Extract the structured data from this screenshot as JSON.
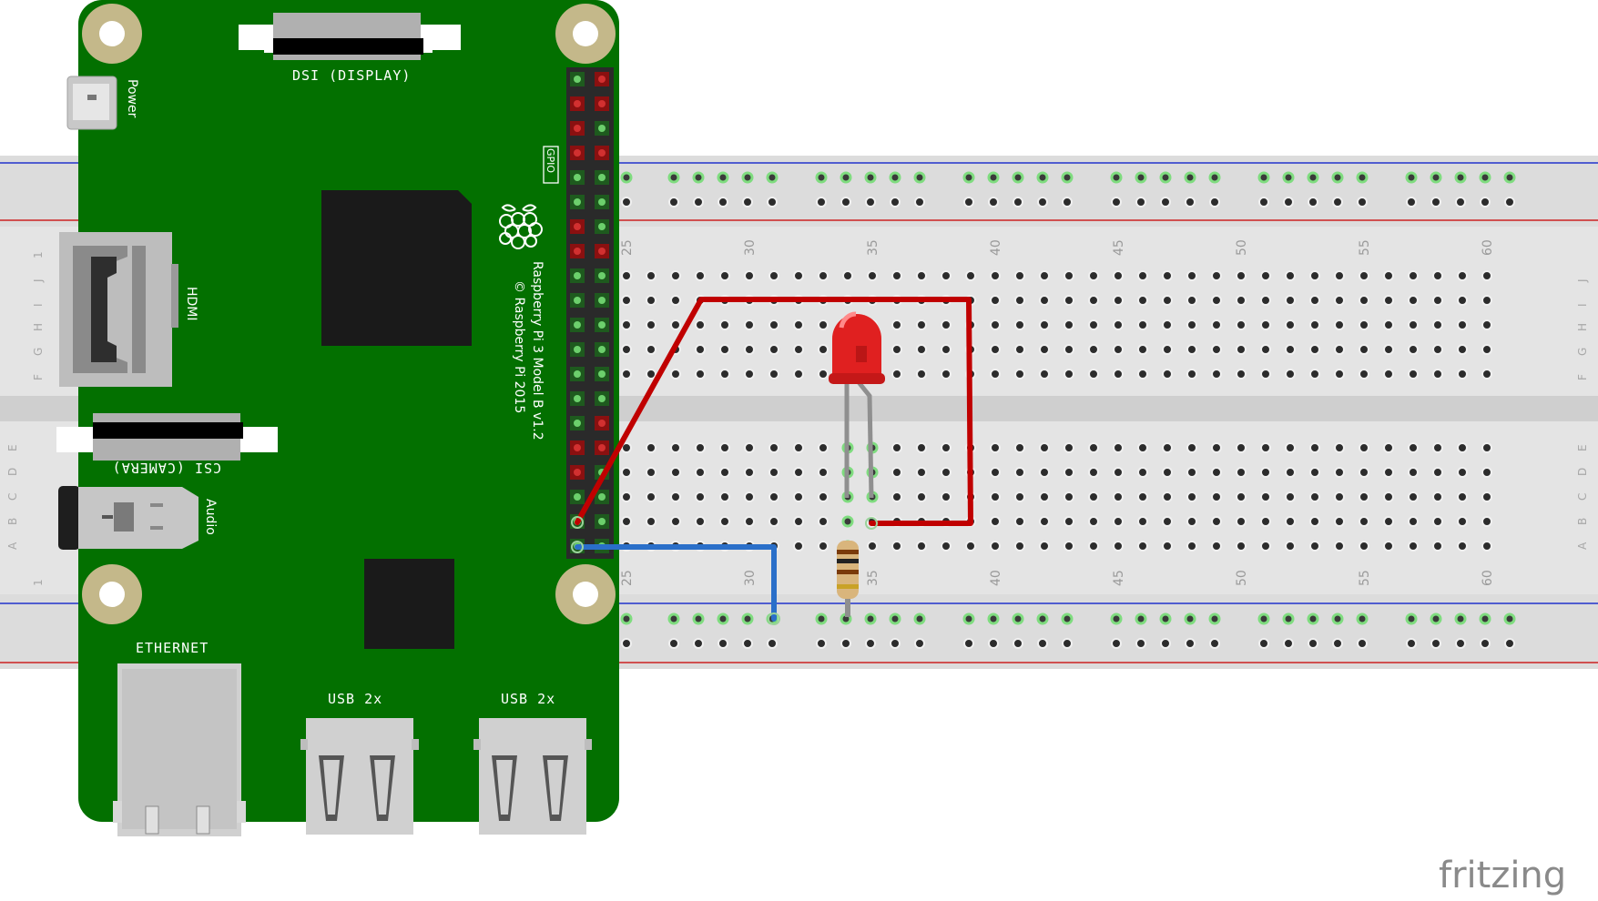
{
  "board": {
    "dsi_label": "DSI (DISPLAY)",
    "power_label": "Power",
    "gpio_label": "GPIO",
    "hdmi_label": "HDMI",
    "csi_label": "CSI (CAMERA)",
    "audio_label": "Audio",
    "ethernet_label": "ETHERNET",
    "usb_left_label": "USB 2x",
    "usb_right_label": "USB 2x",
    "model_line1": "Raspberry Pi 3 Model B v1.2",
    "model_line2": "© Raspberry Pi 2015"
  },
  "breadboard": {
    "col_numbers": [
      "25",
      "30",
      "35",
      "40",
      "45",
      "50",
      "55",
      "60"
    ],
    "row_letters_top": [
      "J",
      "I",
      "H",
      "G",
      "F"
    ],
    "row_letters_bottom": [
      "E",
      "D",
      "C",
      "B",
      "A"
    ],
    "left_col_number": "1"
  },
  "components": {
    "led_color": "#e02020",
    "wire_red": "#c00000",
    "wire_blue": "#2a6fc9"
  },
  "watermark": "fritzing"
}
